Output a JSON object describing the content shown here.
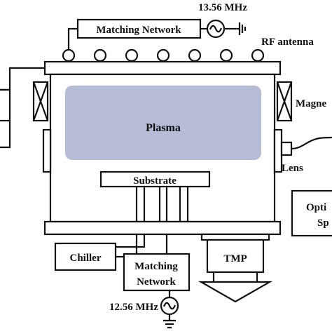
{
  "rf_source_top": {
    "frequency": "13.56 MHz",
    "network_label": "Matching Network"
  },
  "rf_antenna_label": "RF antenna",
  "magnet_label": "Magne",
  "plasma_label": "Plasma",
  "lens_label": "Lens",
  "substrate_label": "Substrate",
  "optical_label": {
    "line1": "Opti",
    "line2": "Sp"
  },
  "chiller_label": "Chiller",
  "rf_source_bottom": {
    "network_line1": "Matching",
    "network_line2": "Network",
    "frequency": "12.56 MHz"
  },
  "tmp_label": "TMP",
  "colors": {
    "plasma_fill": "#b6bbd6",
    "line": "#111111",
    "background": "#ffffff"
  }
}
